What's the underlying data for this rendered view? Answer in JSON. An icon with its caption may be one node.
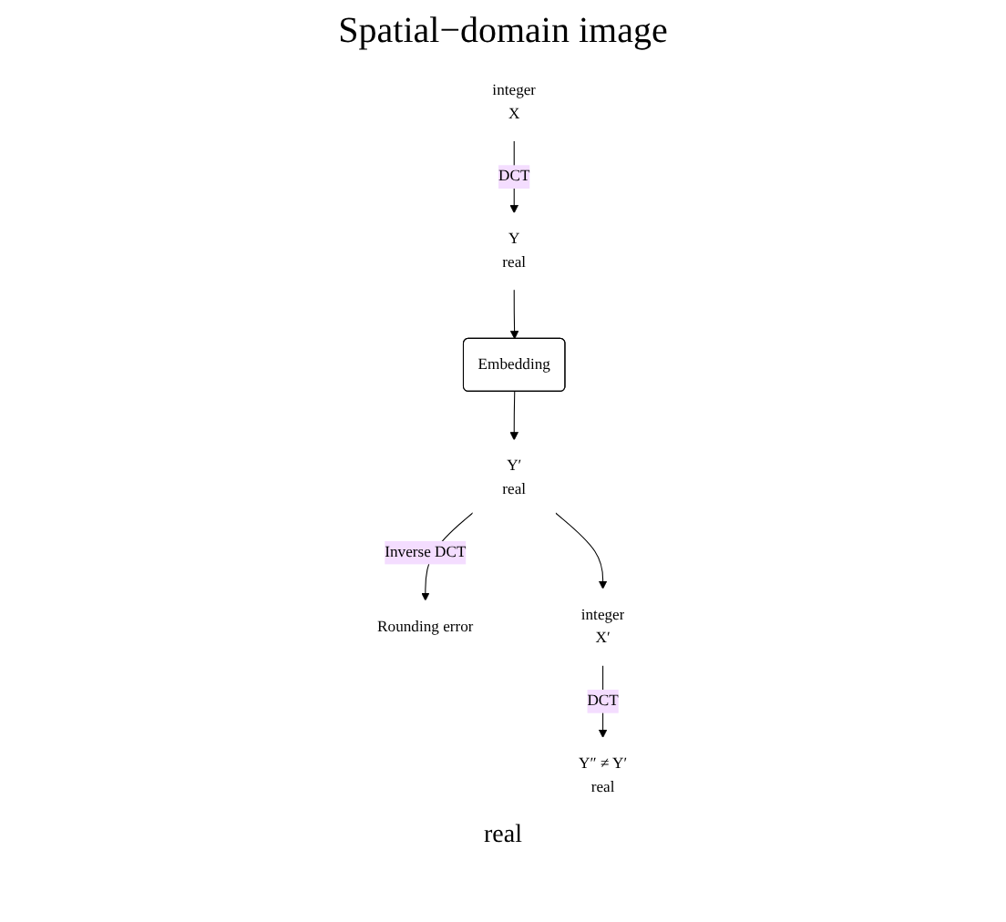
{
  "diagram": {
    "title": "Spatial−domain image",
    "nodes": [
      {
        "text": [
          "integer",
          "X"
        ]
      },
      {
        "text": [
          "Rounding error"
        ]
      },
      {
        "text": [
          "integer",
          "X′"
        ]
      },
      {
        "text": [
          "Y",
          "real"
        ]
      },
      {
        "text": [
          "Embedding"
        ]
      },
      {
        "text": [
          "Y′",
          "real"
        ]
      },
      {
        "text": [
          "Y″ ≠ Y′",
          "real"
        ]
      }
    ],
    "edges": [
      {
        "from": 0,
        "to": 3,
        "arrow": "to",
        "label": "DCT"
      },
      {
        "from": 3,
        "to": 4,
        "arrow": "to"
      },
      {
        "from": 4,
        "to": 5,
        "arrow": "to"
      },
      {
        "from": 5,
        "to": 1,
        "arrow": "to",
        "label": "Inverse DCT"
      },
      {
        "from": 5,
        "to": 2,
        "arrow": "to"
      },
      {
        "from": 2,
        "to": 6,
        "arrow": "to",
        "label": "DCT"
      }
    ],
    "labels": [
      "real"
    ]
  }
}
